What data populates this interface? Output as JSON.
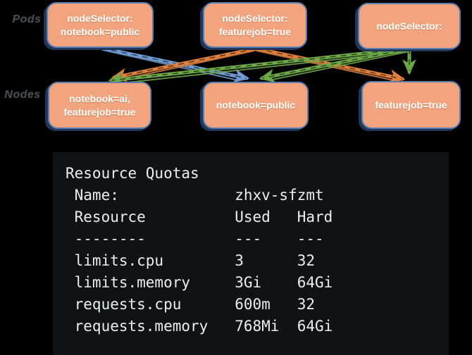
{
  "colors": {
    "page_bg": "#000000",
    "box_fill": "#F2A47E",
    "box_border": "#5B7EB0",
    "arrow_blue": "#6E9BD2",
    "arrow_orange": "#E0803E",
    "arrow_green": "#6DA848",
    "terminal_bg": "#101316",
    "terminal_text": "#ECEEF0",
    "row_label_color": "#474C54"
  },
  "diagram": {
    "row_labels": {
      "pods": "Pods",
      "nodes": "Nodes"
    },
    "pods": [
      {
        "label": "nodeSelector:\nnotebook=public"
      },
      {
        "label": "nodeSelector:\nfeaturejob=true"
      },
      {
        "label": "nodeSelector:"
      }
    ],
    "nodes": [
      {
        "label": "notebook=ai,\nfeaturejob=true"
      },
      {
        "label": "notebook=public"
      },
      {
        "label": "featurejob=true"
      }
    ],
    "edges": [
      {
        "from": "pod-1",
        "to": "node-2",
        "color": "blue"
      },
      {
        "from": "pod-2",
        "to": "node-1",
        "color": "orange"
      },
      {
        "from": "pod-2",
        "to": "node-3",
        "color": "orange"
      },
      {
        "from": "pod-3",
        "to": "node-1",
        "color": "green"
      },
      {
        "from": "pod-3",
        "to": "node-2",
        "color": "green"
      },
      {
        "from": "pod-3",
        "to": "node-3",
        "color": "green"
      }
    ]
  },
  "terminal": {
    "lines": [
      "Resource Quotas",
      " Name:             zhxv-sfzmt",
      " Resource          Used   Hard",
      " --------          ---    ---",
      " limits.cpu        3      32",
      " limits.memory     3Gi    64Gi",
      " requests.cpu      600m   32",
      " requests.memory   768Mi  64Gi"
    ]
  }
}
